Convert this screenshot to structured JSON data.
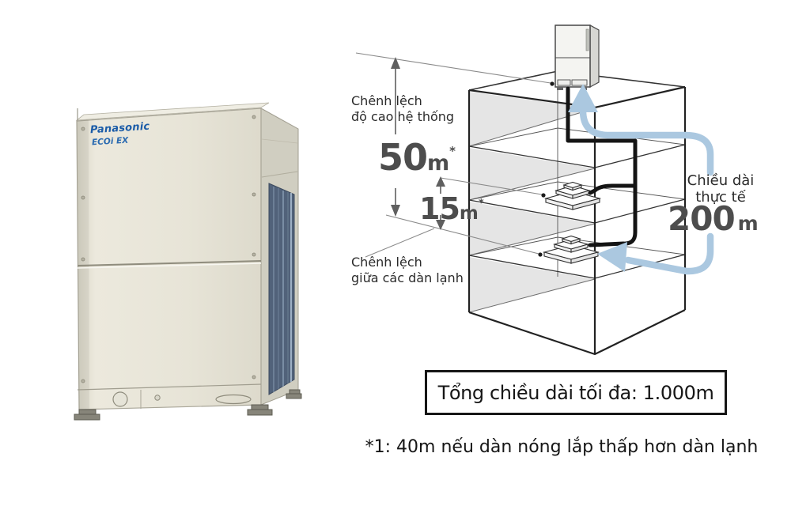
{
  "product": {
    "brand": "Panasonic",
    "model": "ECOi EX"
  },
  "annotations": {
    "system_height": {
      "line1": "Chênh lệch",
      "line2": "độ cao hệ thống",
      "value": "50",
      "unit": "m",
      "star": "*"
    },
    "indoor_units_diff": {
      "line1": "Chênh lệch",
      "line2": "giữa các dàn lạnh",
      "value": "15",
      "unit": "m",
      "star": "*"
    },
    "actual_length": {
      "line1": "Chiều dài",
      "line2": "thực tế",
      "value": "200",
      "unit": "m"
    }
  },
  "summary_box": {
    "text": "Tổng chiều dài tối đa: 1.000m"
  },
  "footnote": "*1: 40m nếu dàn nóng lắp thấp hơn dàn lạnh",
  "colors": {
    "route_blue": "#abc8e0",
    "brand_blue": "#1b5ca8",
    "number_gray": "#4d4d4d",
    "cabinet_beige": "#e9e6da",
    "grille_blue_gray": "#51627a"
  }
}
